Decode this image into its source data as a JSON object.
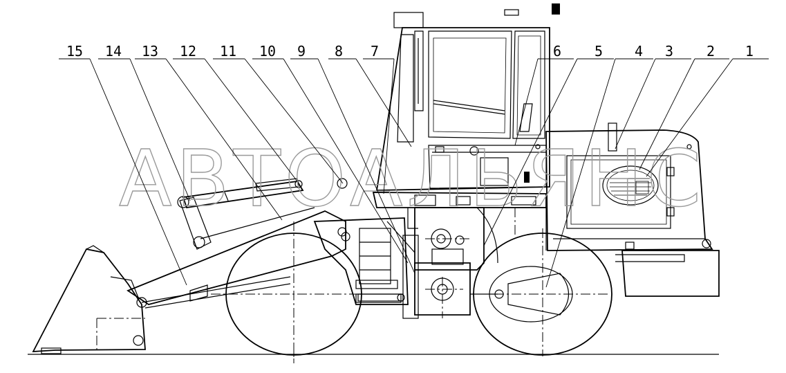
{
  "watermark": "АВТОАЛЬЯНС",
  "callouts": [
    {
      "label": "15"
    },
    {
      "label": "14"
    },
    {
      "label": "13"
    },
    {
      "label": "12"
    },
    {
      "label": "11"
    },
    {
      "label": "10"
    },
    {
      "label": "9"
    },
    {
      "label": "8"
    },
    {
      "label": "7"
    },
    {
      "label": "6"
    },
    {
      "label": "5"
    },
    {
      "label": "4"
    },
    {
      "label": "3"
    },
    {
      "label": "2"
    },
    {
      "label": "1"
    }
  ]
}
